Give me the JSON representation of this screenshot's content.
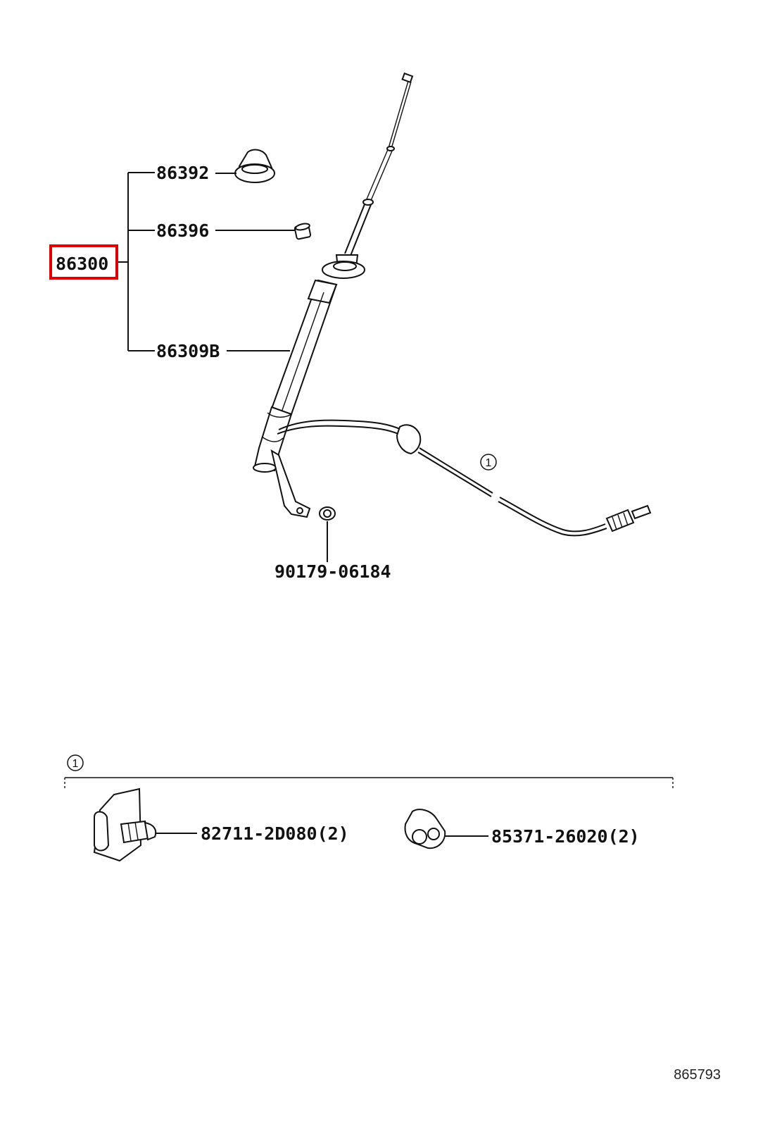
{
  "callouts": {
    "assembly": "86300",
    "cap": "86392",
    "bushing": "86396",
    "mast": "86309B",
    "nut": "90179-06184",
    "clip": "82711-2D080(2)",
    "clamp": "85371-26020(2)",
    "ref_mark_cable": "1",
    "ref_mark_group": "1"
  },
  "diagram_id": "865793",
  "colors": {
    "highlight": "#e00000",
    "ink": "#111111"
  }
}
